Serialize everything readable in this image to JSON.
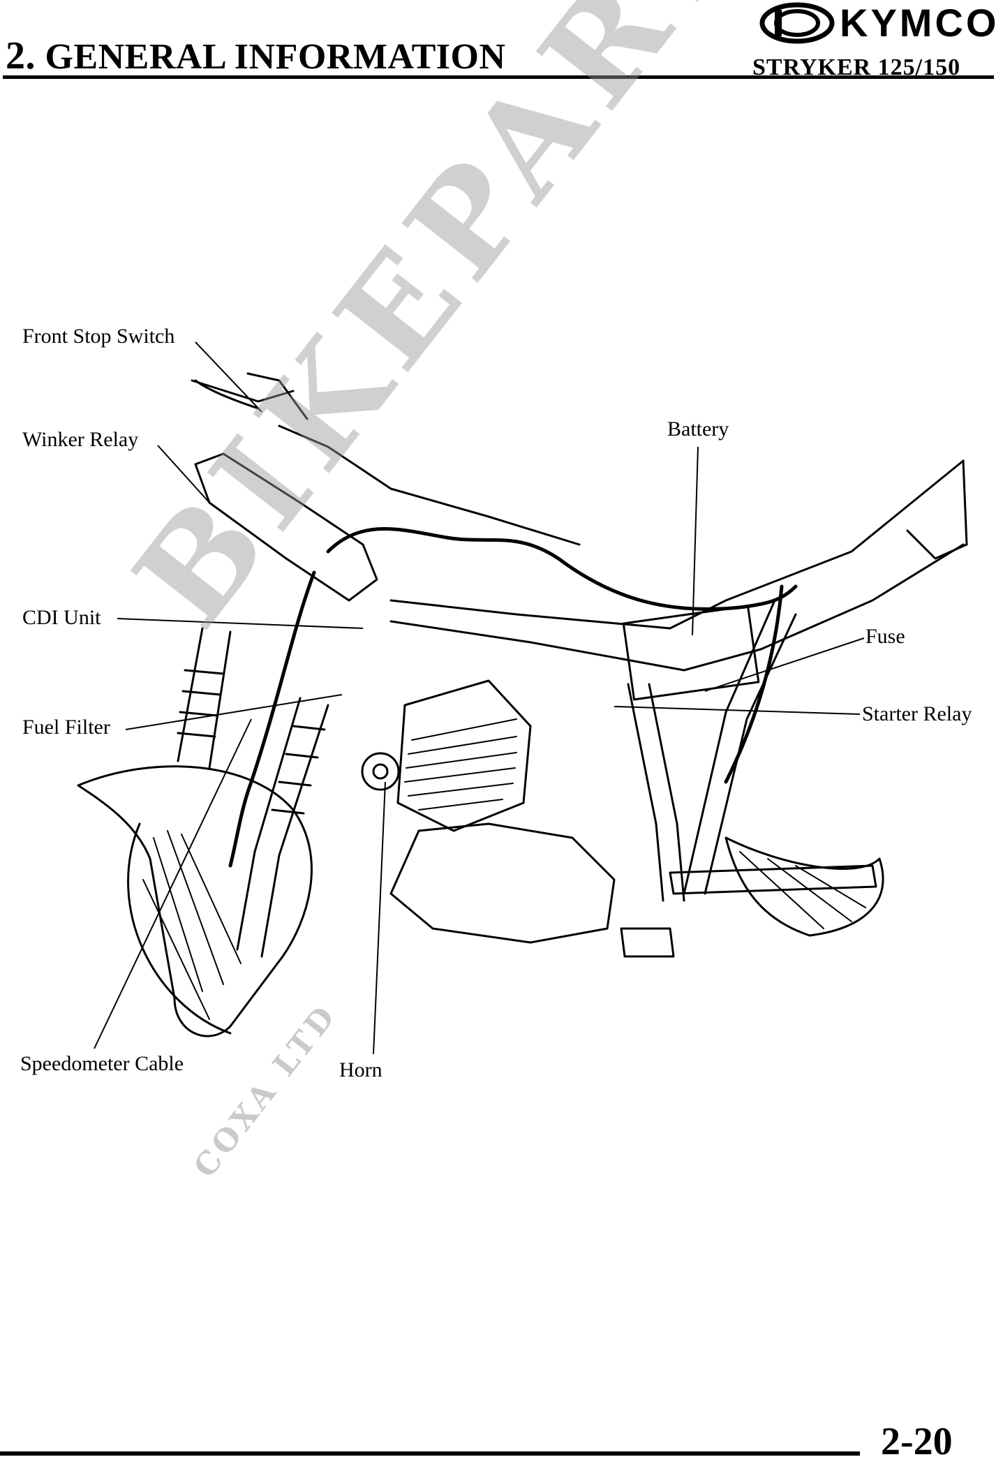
{
  "header": {
    "section_number": "2.",
    "section_title": "GENERAL INFORMATION",
    "brand": "KYMCO",
    "model": "STRYKER 125/150"
  },
  "figure": {
    "callouts": [
      "Front Stop Switch",
      "Winker Relay",
      "CDI Unit",
      "Fuel Filter",
      "Speedometer Cable",
      "Horn",
      "Battery",
      "Fuse",
      "Starter Relay"
    ]
  },
  "watermark": {
    "main": "BIKEPARTS",
    "sub": "COXA LTD"
  },
  "footer": {
    "page_number": "2-20"
  }
}
